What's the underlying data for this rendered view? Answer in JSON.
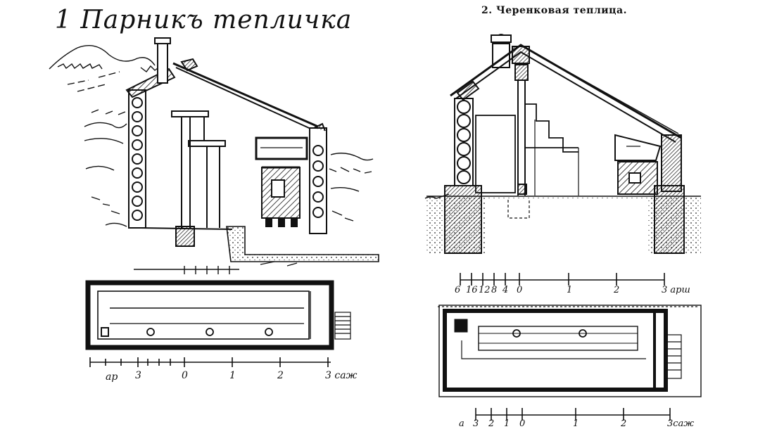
{
  "figure1": {
    "title": "1 Парникъ тепличка",
    "scale": {
      "ticks": [
        {
          "label": "ар"
        },
        {
          "label": "3"
        },
        {
          "label": "0"
        },
        {
          "label": "1"
        },
        {
          "label": "2"
        },
        {
          "label": "3 саж"
        }
      ]
    }
  },
  "figure2": {
    "title": "2. Черенковая теплица.",
    "section_scale": {
      "ticks": [
        {
          "label": "6"
        },
        {
          "label": "16"
        },
        {
          "label": "12"
        },
        {
          "label": "8"
        },
        {
          "label": "4"
        },
        {
          "label": "0"
        },
        {
          "label": "1"
        },
        {
          "label": "2"
        },
        {
          "label": "3 арш"
        }
      ]
    },
    "plan_scale": {
      "ticks": [
        {
          "label": "а"
        },
        {
          "label": "3"
        },
        {
          "label": "2"
        },
        {
          "label": "1"
        },
        {
          "label": "0"
        },
        {
          "label": "1"
        },
        {
          "label": "2"
        },
        {
          "label": "3саж"
        }
      ]
    }
  }
}
